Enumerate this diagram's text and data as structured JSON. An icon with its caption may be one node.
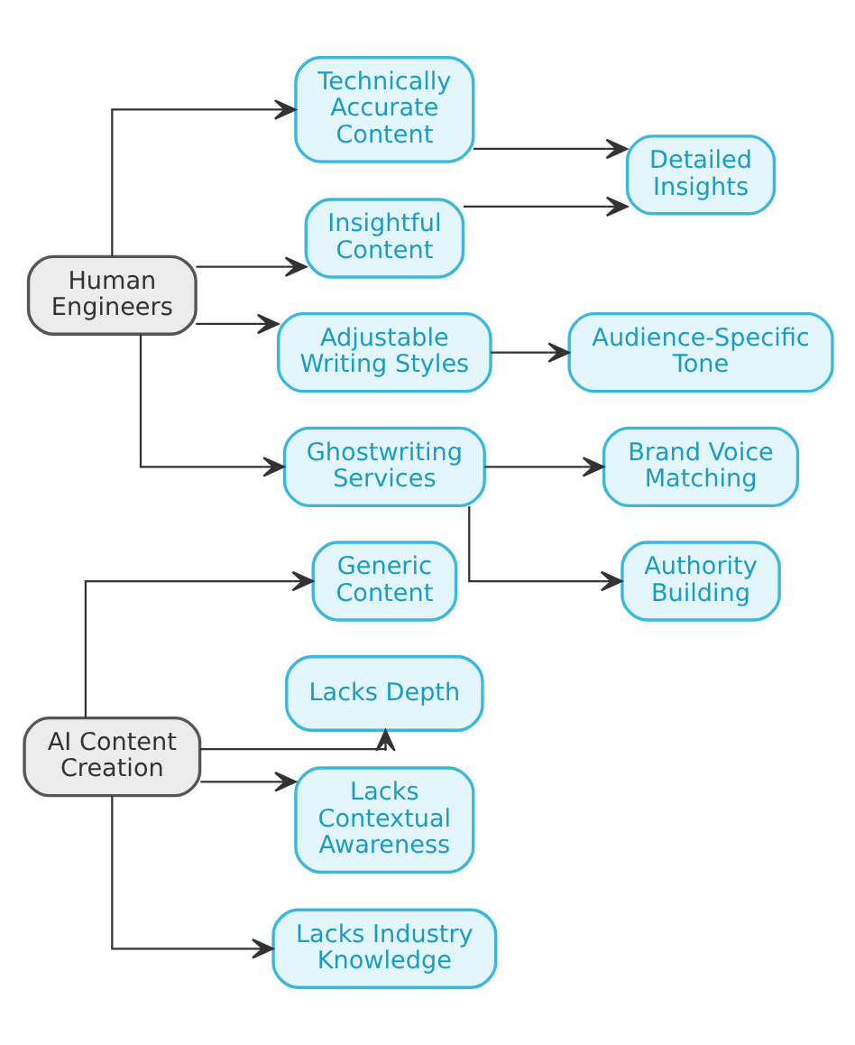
{
  "diagram": {
    "nodes": [
      {
        "text": [
          "AI Content Creation"
        ]
      },
      {
        "text": [
          "Generic Content"
        ]
      },
      {
        "text": [
          "Lacks Depth"
        ]
      },
      {
        "text": [
          "Lacks Contextual Awareness"
        ]
      },
      {
        "text": [
          "Lacks Industry Knowledge"
        ]
      },
      {
        "text": [
          "Human Engineers"
        ]
      },
      {
        "text": [
          "Technically Accurate Content"
        ]
      },
      {
        "text": [
          "Insightful Content"
        ]
      },
      {
        "text": [
          "Adjustable Writing Styles"
        ]
      },
      {
        "text": [
          "Ghostwriting Services"
        ]
      },
      {
        "text": [
          "Detailed Insights"
        ]
      },
      {
        "text": [
          "Audience-Specific Tone"
        ]
      },
      {
        "text": [
          "Brand Voice Matching"
        ]
      },
      {
        "text": [
          "Authority Building"
        ]
      }
    ],
    "edges": [
      {
        "from": 0,
        "to": 1,
        "arrow": "to"
      },
      {
        "from": 0,
        "to": 2,
        "arrow": "to"
      },
      {
        "from": 0,
        "to": 3,
        "arrow": "to"
      },
      {
        "from": 0,
        "to": 4,
        "arrow": "to"
      },
      {
        "from": 5,
        "to": 6,
        "arrow": "to"
      },
      {
        "from": 5,
        "to": 7,
        "arrow": "to"
      },
      {
        "from": 5,
        "to": 8,
        "arrow": "to"
      },
      {
        "from": 5,
        "to": 9,
        "arrow": "to"
      },
      {
        "from": 6,
        "to": 10,
        "arrow": "to"
      },
      {
        "from": 7,
        "to": 10,
        "arrow": "to"
      },
      {
        "from": 8,
        "to": 11,
        "arrow": "to"
      },
      {
        "from": 9,
        "to": 12,
        "arrow": "to"
      },
      {
        "from": 9,
        "to": 13,
        "arrow": "to"
      }
    ]
  }
}
